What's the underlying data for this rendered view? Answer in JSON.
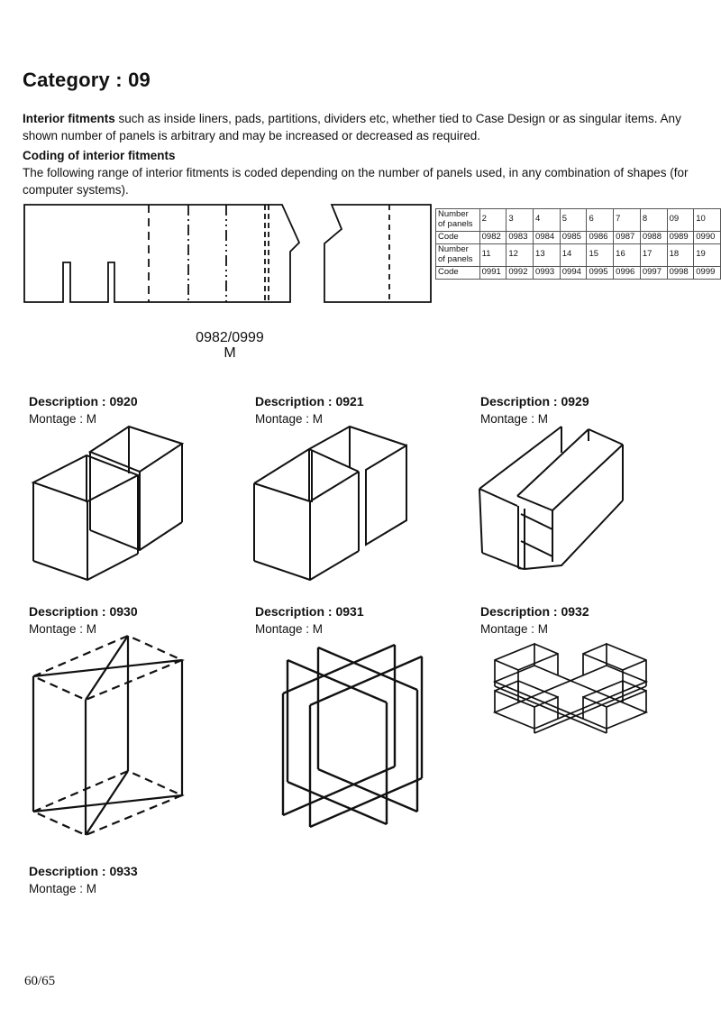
{
  "page": {
    "title": "Category : 09",
    "footer_page": "60/65"
  },
  "intro": {
    "lead_bold": "Interior fitments",
    "rest": " such as inside liners, pads, partitions, dividers etc, whether tied to Case Design or as singular items. Any shown number of panels is arbitrary and may be increased or decreased as required."
  },
  "coding": {
    "heading": "Coding of interior fitments",
    "body": "The following range of interior fitments is coded depending on the number of panels used, in any combination of shapes (for computer systems)."
  },
  "panels_table": {
    "rows": [
      {
        "label": "Number of panels",
        "values": [
          "2",
          "3",
          "4",
          "5",
          "6",
          "7",
          "8",
          "09",
          "10"
        ]
      },
      {
        "label": "Code",
        "values": [
          "0982",
          "0983",
          "0984",
          "0985",
          "0986",
          "0987",
          "0988",
          "0989",
          "0990"
        ]
      },
      {
        "label": "Number of panels",
        "values": [
          "11",
          "12",
          "13",
          "14",
          "15",
          "16",
          "17",
          "18",
          "19"
        ]
      },
      {
        "label": "Code",
        "values": [
          "0991",
          "0992",
          "0993",
          "0994",
          "0995",
          "0996",
          "0997",
          "0998",
          "0999"
        ]
      }
    ]
  },
  "pattern_caption": {
    "code_range": "0982/0999",
    "montage": "M"
  },
  "items": [
    {
      "title": "Description : 0920",
      "montage": "Montage : M"
    },
    {
      "title": "Description : 0921",
      "montage": "Montage : M"
    },
    {
      "title": "Description : 0929",
      "montage": "Montage : M"
    },
    {
      "title": "Description : 0930",
      "montage": "Montage : M"
    },
    {
      "title": "Description : 0931",
      "montage": "Montage : M"
    },
    {
      "title": "Description : 0932",
      "montage": "Montage : M"
    },
    {
      "title": "Description : 0933",
      "montage": "Montage : M"
    }
  ],
  "colors": {
    "ink": "#111111",
    "paper": "#ffffff",
    "table_border": "#555555"
  }
}
